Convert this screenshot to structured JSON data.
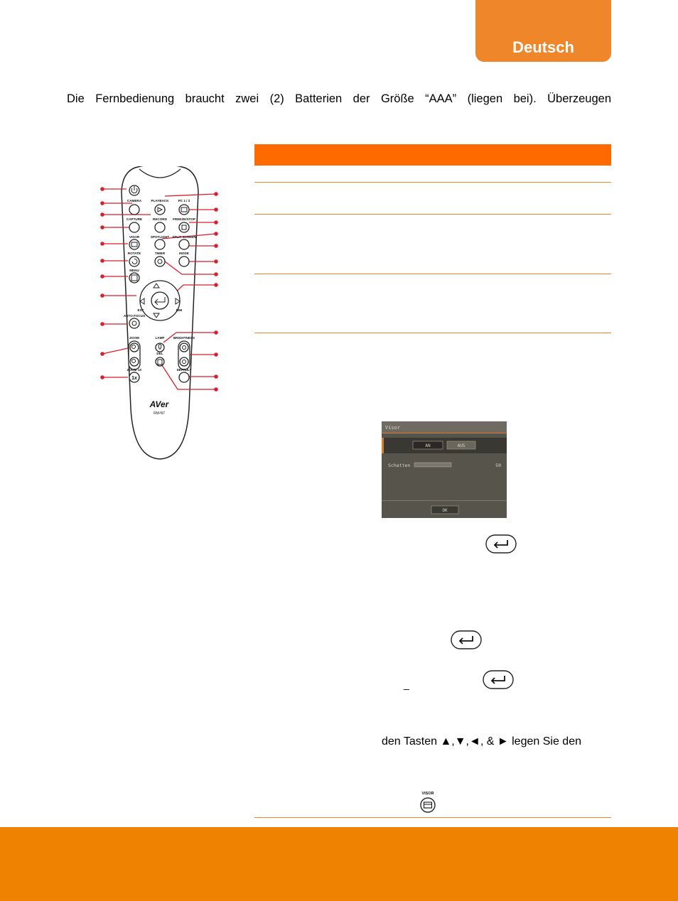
{
  "header": {
    "language_tab": "Deutsch"
  },
  "intro_text": "Die Fernbedienung braucht zwei (2) Batterien der Größe “AAA” (liegen bei). Überzeugen",
  "remote": {
    "brand": "AVer",
    "model": "RM-N7",
    "button_labels": {
      "camera": "CAMERA",
      "playback": "PLAYBACK",
      "pc": "PC 1 / 2",
      "capture": "CAPTURE",
      "record": "RECORD",
      "freeze": "FREEZE/STOP",
      "visor": "VISOR",
      "spotlight": "SPOTLIGHT",
      "split": "SPLIT SCREEN",
      "rotate": "ROTATE",
      "timer": "TIMER",
      "mode": "MODE",
      "menu": "MENU",
      "autofocus": "AUTO FOCUS",
      "zoom": "ZOOM",
      "zoom1x": "ZOOM 1X",
      "lamp": "LAMP",
      "del": "DEL",
      "brightness": "BRIGHTNESS",
      "default": "DEFAULT",
      "zoom1x_symbol": "1x",
      "left_sub": "EXT",
      "right_sub": "DIM"
    }
  },
  "visor_dialog": {
    "title": "Visor",
    "on_label": "AN",
    "off_label": "AUS",
    "shadow_label": "Schatten",
    "shadow_value": "50",
    "ok_label": "OK"
  },
  "text_fragments": {
    "underscore": "_",
    "arrow_keys_line": "den Tasten ▲,▼,◄, & ►  legen Sie den",
    "visor_caption": "VISOR"
  },
  "colors": {
    "tab_orange": "#f0862a",
    "table_header_orange": "#ff6a00",
    "footer_orange": "#ef8200",
    "callout_red": "#d81f2a",
    "dialog_bg": "#57544c"
  }
}
